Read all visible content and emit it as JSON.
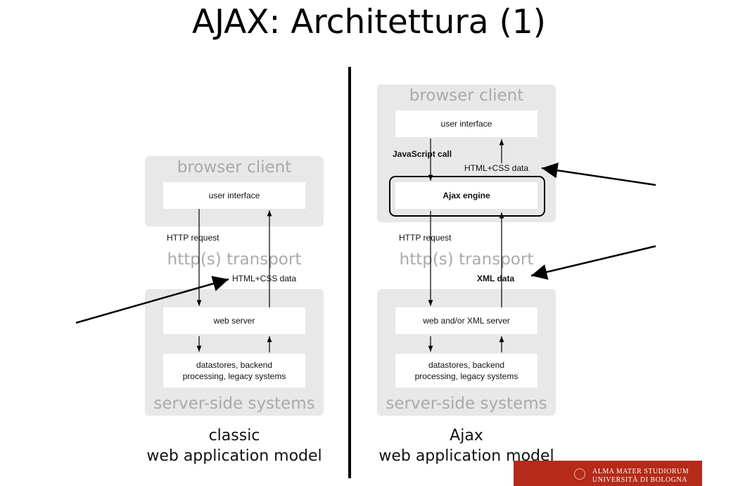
{
  "title": "AJAX: Architettura (1)",
  "classic": {
    "browser_client": "browser client",
    "user_interface": "user interface",
    "http_request": "HTTP request",
    "transport": "http(s) transport",
    "html_css_data": "HTML+CSS data",
    "web_server": "web server",
    "datastores_line1": "datastores, backend",
    "datastores_line2": "processing, legacy systems",
    "server_side": "server-side systems",
    "caption_line1": "classic",
    "caption_line2": "web application model"
  },
  "ajax": {
    "browser_client": "browser client",
    "user_interface": "user interface",
    "javascript_call": "JavaScript call",
    "html_css_data": "HTML+CSS data",
    "ajax_engine": "Ajax engine",
    "http_request": "HTTP request",
    "transport": "http(s) transport",
    "xml_data": "XML data",
    "web_xml_server": "web and/or XML server",
    "datastores_line1": "datastores, backend",
    "datastores_line2": "processing, legacy systems",
    "server_side": "server-side systems",
    "caption_line1": "Ajax",
    "caption_line2": "web application model"
  },
  "logo": {
    "line1": "ALMA MATER STUDIORUM",
    "line2": "UNIVERSITÀ DI BOLOGNA"
  }
}
